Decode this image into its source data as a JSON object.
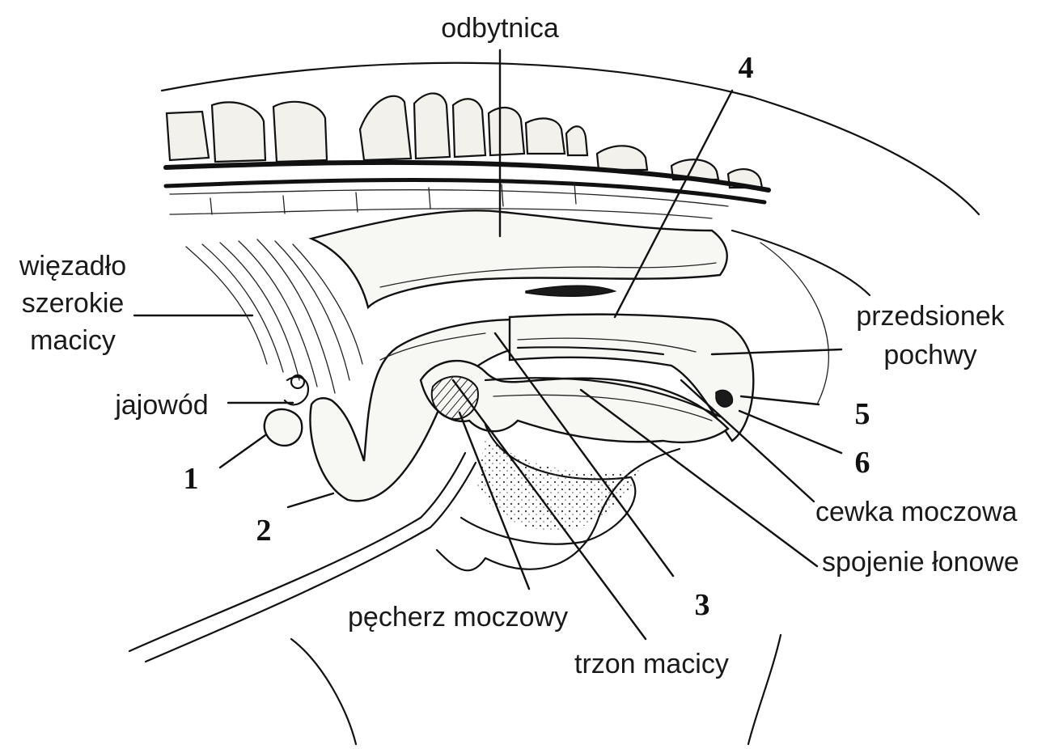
{
  "labels": {
    "rectum": "odbytnica",
    "broad_ligament": [
      "więzadło",
      "szerokie",
      "macicy"
    ],
    "oviduct": "jajowód",
    "vestibule": [
      "przedsionek",
      "pochwy"
    ],
    "urethra": "cewka moczowa",
    "pubic_symphysis": "spojenie łonowe",
    "bladder": "pęcherz moczowy",
    "uterine_body": "trzon macicy"
  },
  "numbers": {
    "n1": "1",
    "n2": "2",
    "n3": "3",
    "n4": "4",
    "n5": "5",
    "n6": "6"
  },
  "colors": {
    "ink": "#111111",
    "background": "#ffffff"
  }
}
